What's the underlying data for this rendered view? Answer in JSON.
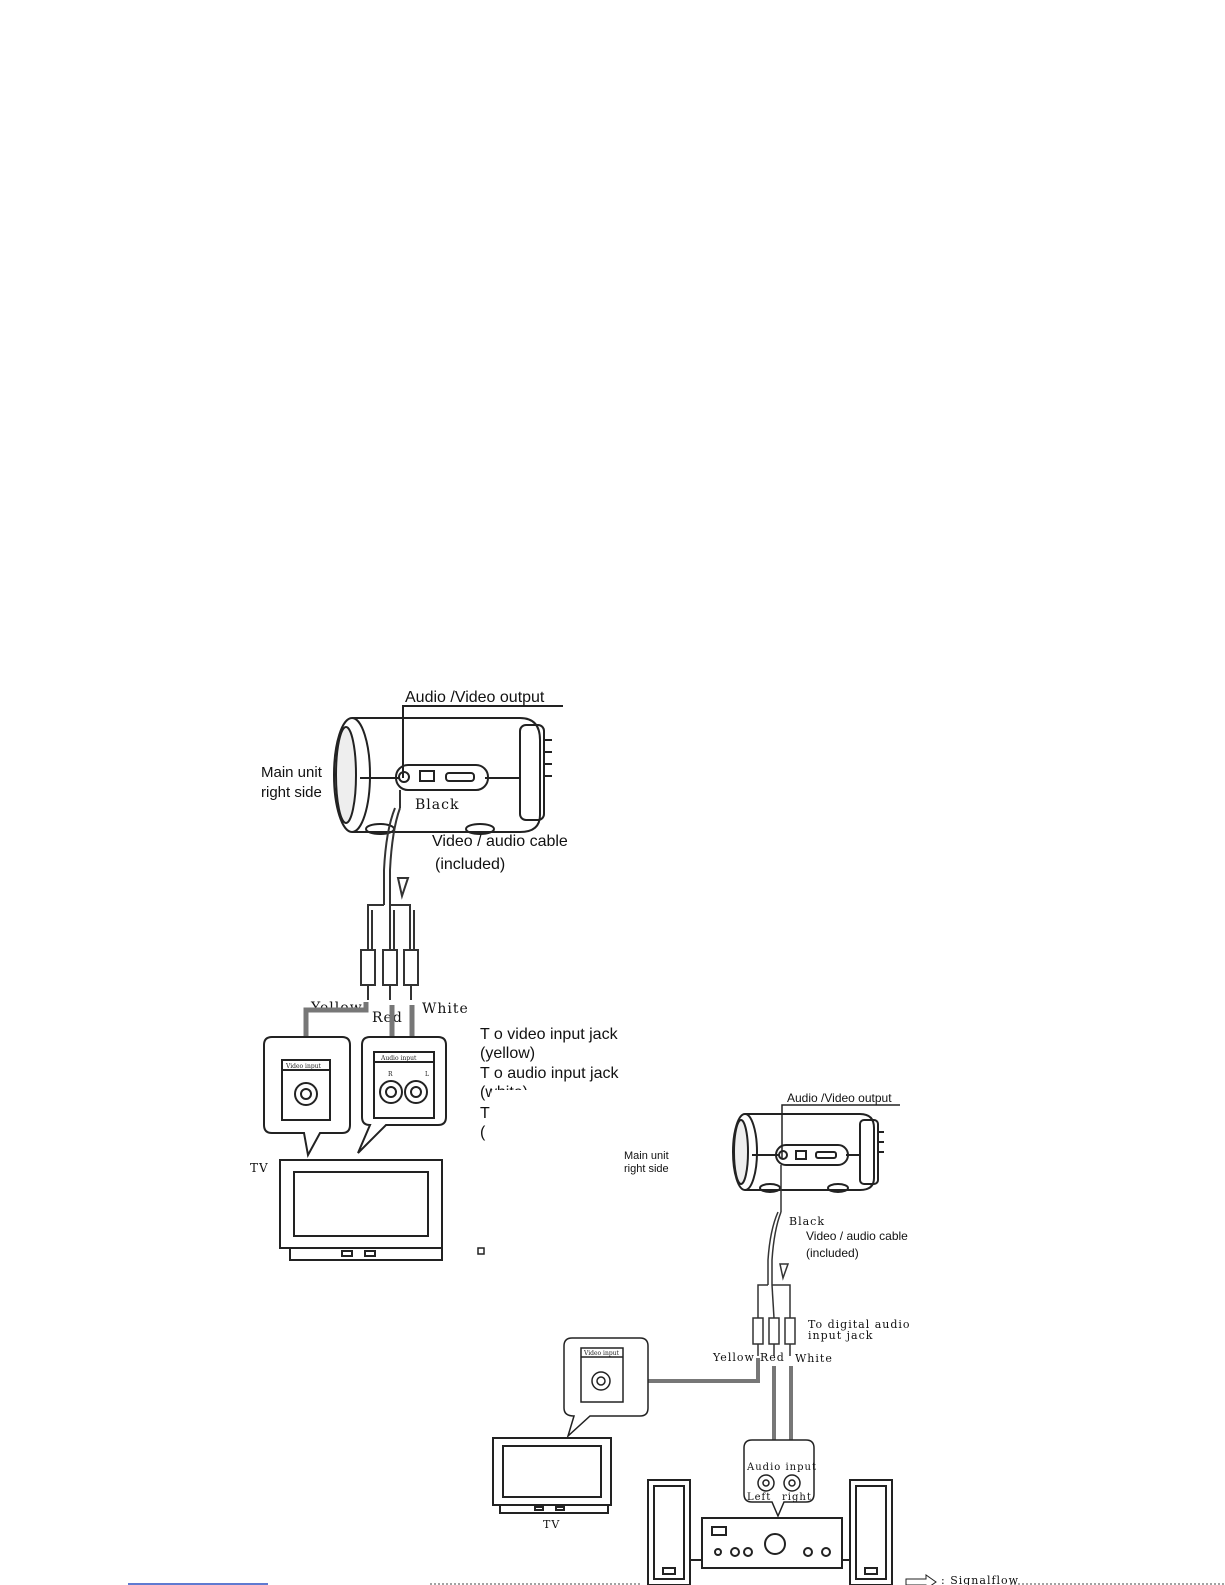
{
  "diagram1": {
    "title_av_output": "Audio /Video output",
    "main_unit_line1": "Main unit",
    "main_unit_line2": "right side",
    "black": "Black",
    "cable_line1": "Video / audio cable",
    "cable_line2": "(included)",
    "yellow": "Yellow",
    "red": "Red",
    "white": "White",
    "note_video_line1": "T o  video input jack",
    "note_video_line2": "(yellow)",
    "note_audio_line1": "T o  audio input jack",
    "note_audio_line2": "(white)",
    "note_cut1": "T",
    "note_cut2": "(",
    "video_input_label": "Video input",
    "audio_input_label": "Audio input",
    "jack_r": "R",
    "jack_l": "L",
    "tv": "TV"
  },
  "diagram2": {
    "title_av_output": "Audio /Video output",
    "main_unit_line1": "Main unit",
    "main_unit_line2": "right side",
    "black": "Black",
    "cable_line1": "Video / audio cable",
    "cable_line2": "(included)",
    "digital_line1": "To digital audio",
    "digital_line2": "input jack",
    "yellow": "Yellow",
    "red": "Red",
    "white": "White",
    "video_input_label": "Video input",
    "audio_input": "Audio input",
    "left": "Left",
    "right": "right",
    "tv": "TV",
    "signalflow": ": Signalflow"
  }
}
